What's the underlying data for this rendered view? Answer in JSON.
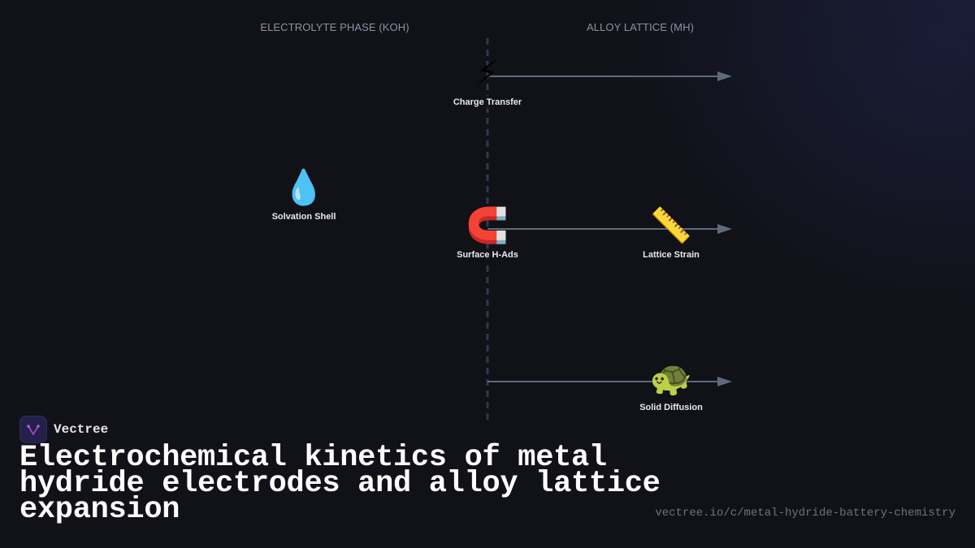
{
  "diagram": {
    "phases": {
      "left": "ELECTROLYTE PHASE (KOH)",
      "right": "ALLOY LATTICE (MH)"
    },
    "colors": {
      "background": "#111118",
      "boundary_dash": "#2e3a4e",
      "arrow": "#5f6b7d",
      "label_text": "#e8eaee",
      "phase_text": "#8b93a3"
    },
    "nodes": [
      {
        "id": "charge-transfer",
        "icon": "lightning-icon",
        "emoji": "⚡",
        "label": "Charge Transfer"
      },
      {
        "id": "solvation-shell",
        "icon": "droplet-icon",
        "emoji": "💧",
        "label": "Solvation Shell"
      },
      {
        "id": "surface-h-ads",
        "icon": "magnet-icon",
        "emoji": "🧲",
        "label": "Surface H-Ads"
      },
      {
        "id": "lattice-strain",
        "icon": "ruler-icon",
        "emoji": "📏",
        "label": "Lattice Strain"
      },
      {
        "id": "solid-diffusion",
        "icon": "turtle-icon",
        "emoji": "🐢",
        "label": "Solid Diffusion"
      }
    ],
    "arrows": [
      {
        "from": "charge-transfer",
        "direction": "right"
      },
      {
        "from": "surface-h-ads",
        "direction": "right",
        "through": "lattice-strain"
      },
      {
        "from": "boundary",
        "direction": "right",
        "through": "solid-diffusion"
      }
    ]
  },
  "footer": {
    "brand": "Vectree",
    "title": "Electrochemical kinetics of metal hydride electrodes and alloy lattice expansion",
    "url": "vectree.io/c/metal-hydride-battery-chemistry"
  }
}
